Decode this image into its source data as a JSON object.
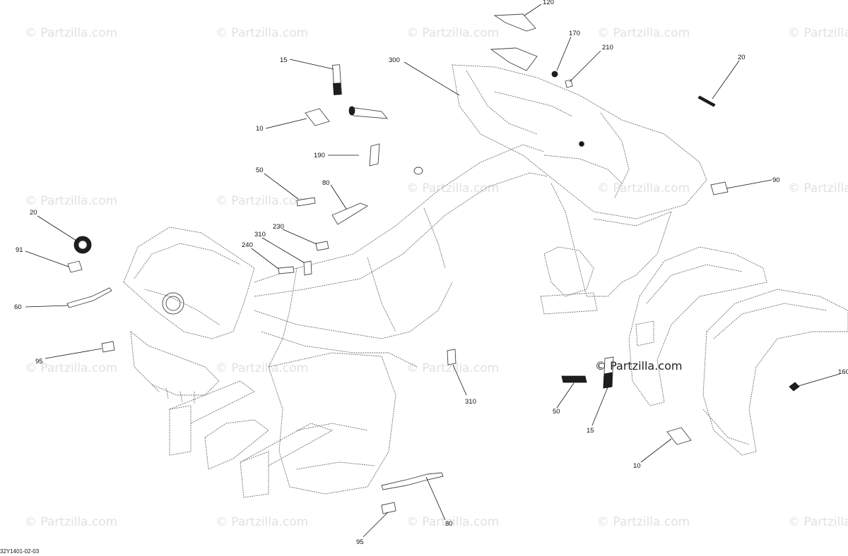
{
  "watermark": "© Partzilla.com",
  "diagram_ref": "32Y1401-02-03",
  "callouts": [
    {
      "id": "c120",
      "label": "120"
    },
    {
      "id": "c170",
      "label": "170"
    },
    {
      "id": "c210",
      "label": "210"
    },
    {
      "id": "c20r",
      "label": "20"
    },
    {
      "id": "c15t",
      "label": "15"
    },
    {
      "id": "c300",
      "label": "300"
    },
    {
      "id": "c10t",
      "label": "10"
    },
    {
      "id": "c190",
      "label": "190"
    },
    {
      "id": "c50t",
      "label": "50"
    },
    {
      "id": "c80t",
      "label": "80"
    },
    {
      "id": "c90",
      "label": "90"
    },
    {
      "id": "c20l",
      "label": "20"
    },
    {
      "id": "c91",
      "label": "91"
    },
    {
      "id": "c310t",
      "label": "310"
    },
    {
      "id": "c230",
      "label": "230"
    },
    {
      "id": "c240",
      "label": "240"
    },
    {
      "id": "c60",
      "label": "60"
    },
    {
      "id": "c95l",
      "label": "95"
    },
    {
      "id": "c310b",
      "label": "310"
    },
    {
      "id": "c50b",
      "label": "50"
    },
    {
      "id": "c15b",
      "label": "15"
    },
    {
      "id": "c160",
      "label": "160"
    },
    {
      "id": "c10b",
      "label": "10"
    },
    {
      "id": "c80b",
      "label": "80"
    },
    {
      "id": "c95b",
      "label": "95"
    }
  ]
}
